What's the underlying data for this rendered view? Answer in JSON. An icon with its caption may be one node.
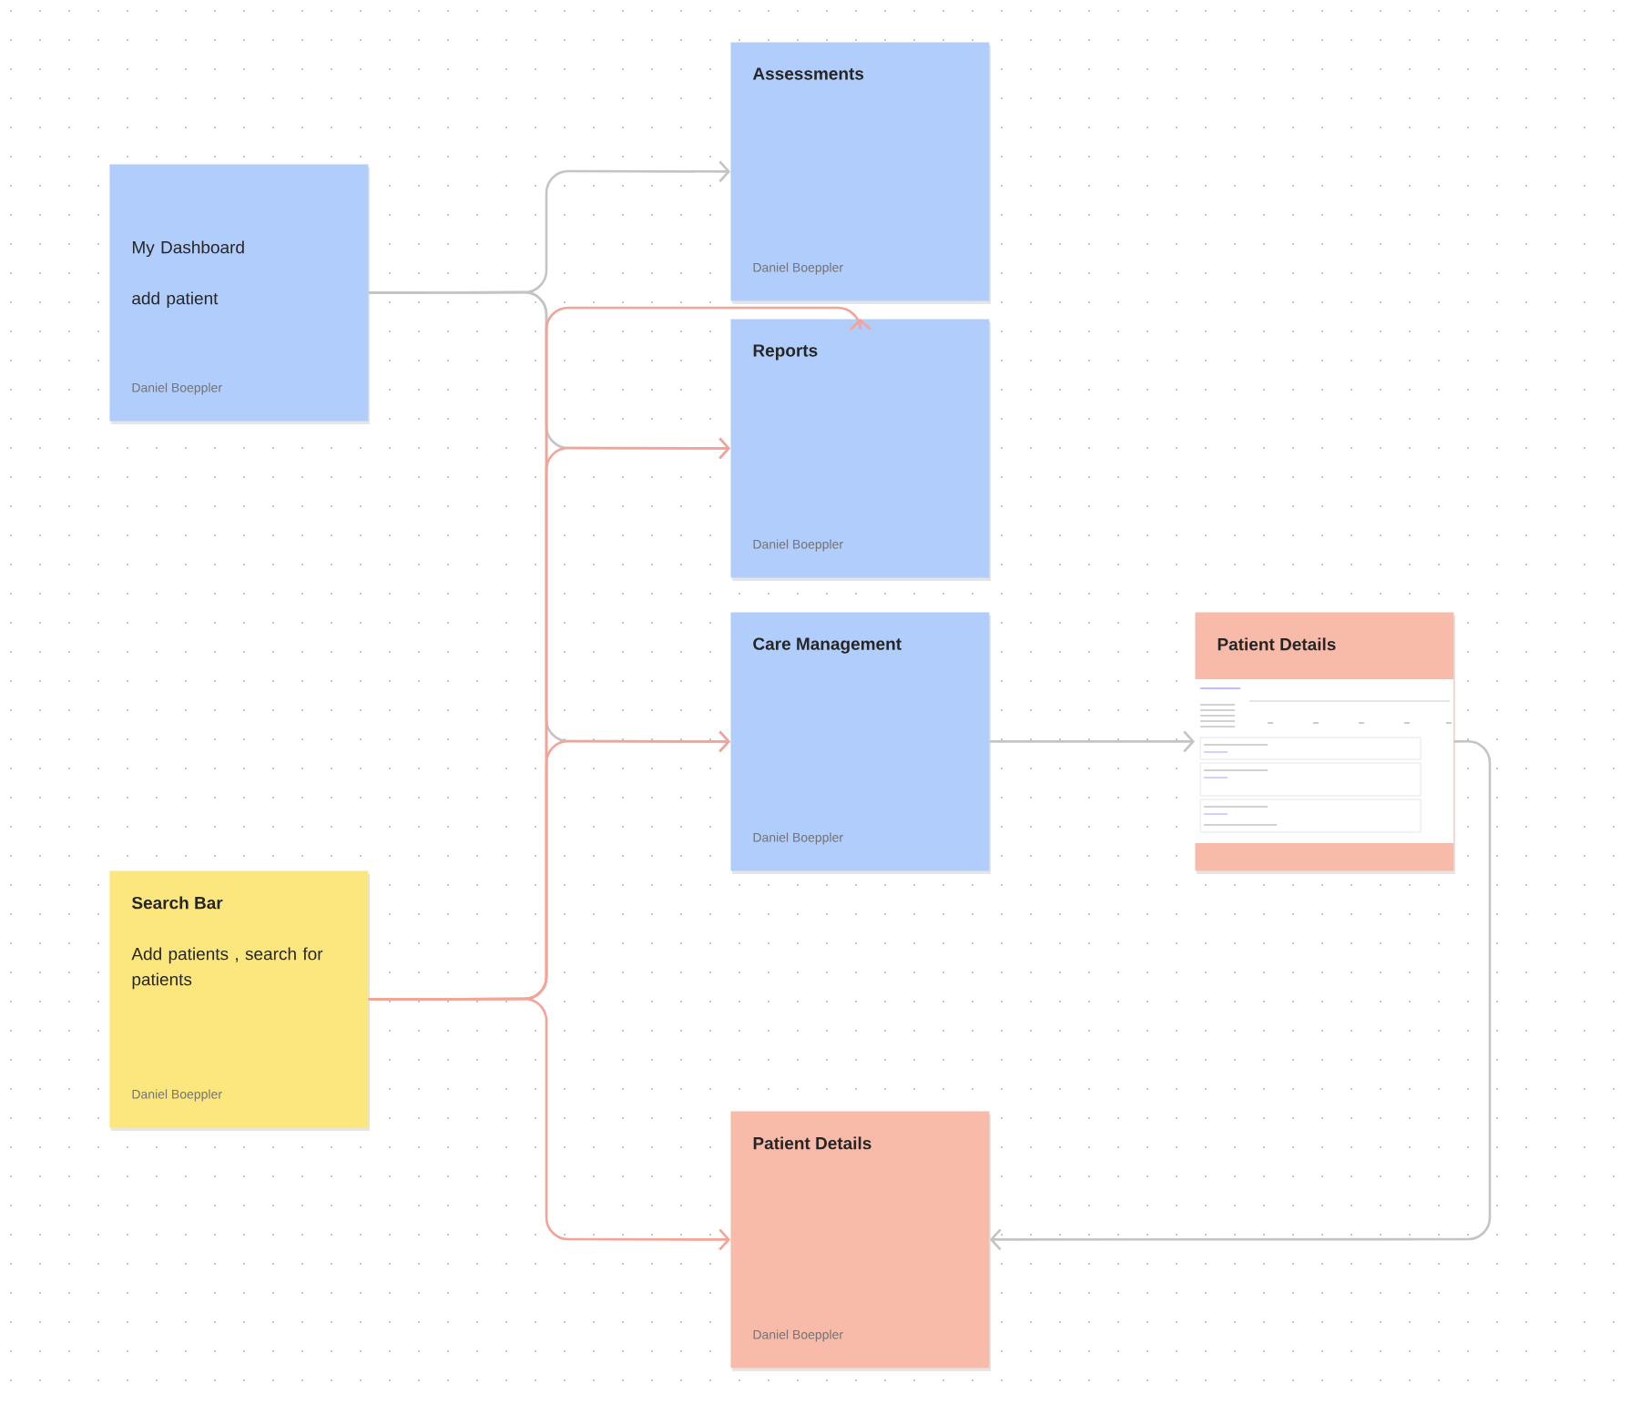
{
  "diagram": {
    "nodes": [
      {
        "text": [
          "My Dashboard",
          "add patient",
          "Daniel Boeppler"
        ]
      },
      {
        "text": [
          "Assessments",
          "Daniel Boeppler"
        ]
      },
      {
        "text": [
          "Reports",
          "Daniel Boeppler"
        ]
      },
      {
        "text": [
          "Care Management",
          "Daniel Boeppler"
        ]
      },
      {
        "text": [
          "Search Bar",
          "Add patients , search for patients",
          "Daniel Boeppler"
        ]
      },
      {
        "text": [
          "Patient Details"
        ]
      },
      {
        "text": [
          "Patient Details",
          "Daniel Boeppler"
        ]
      }
    ],
    "edges": [
      {
        "from": 0,
        "to": 1,
        "arrow": "to",
        "color": "#c4c4c4"
      },
      {
        "from": 0,
        "to": 2,
        "arrow": "to",
        "color": "#c4c4c4"
      },
      {
        "from": 0,
        "to": 3,
        "arrow": "to",
        "color": "#c4c4c4"
      },
      {
        "from": 4,
        "to": 2,
        "arrow": "to",
        "color": "#f4a397"
      },
      {
        "from": 4,
        "to": 2,
        "arrow": "to",
        "color": "#f4a397"
      },
      {
        "from": 4,
        "to": 3,
        "arrow": "to",
        "color": "#f4a397"
      },
      {
        "from": 4,
        "to": 6,
        "arrow": "to",
        "color": "#f4a397"
      },
      {
        "from": 3,
        "to": 5,
        "arrow": "to",
        "color": "#c4c4c4"
      },
      {
        "from": 5,
        "to": 6,
        "arrow": "to",
        "color": "#c4c4c4"
      }
    ]
  }
}
